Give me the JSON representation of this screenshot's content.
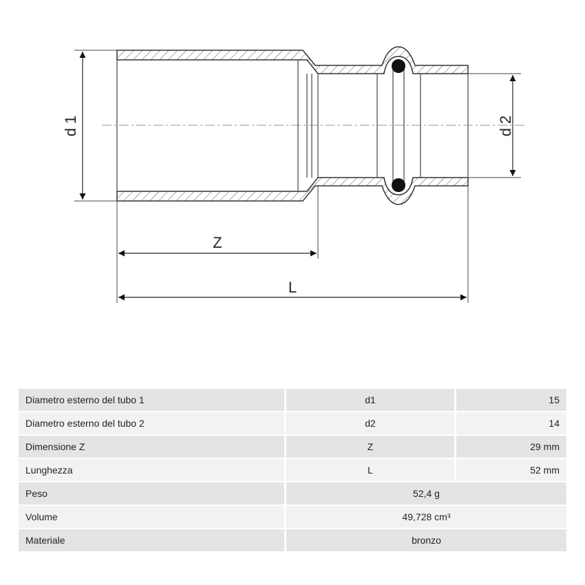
{
  "drawing": {
    "labels": {
      "d1": "d 1",
      "d2": "d 2",
      "z": "Z",
      "l": "L"
    }
  },
  "specs": {
    "rows": [
      {
        "label": "Diametro esterno del tubo 1",
        "symbol": "d1",
        "value": "15"
      },
      {
        "label": "Diametro esterno del tubo 2",
        "symbol": "d2",
        "value": "14"
      },
      {
        "label": "Dimensione Z",
        "symbol": "Z",
        "value": "29 mm"
      },
      {
        "label": "Lunghezza",
        "symbol": "L",
        "value": "52 mm"
      },
      {
        "label": "Peso",
        "value": "52,4 g"
      },
      {
        "label": "Volume",
        "value": "49,728 cm³"
      },
      {
        "label": "Materiale",
        "value": "bronzo"
      }
    ]
  }
}
